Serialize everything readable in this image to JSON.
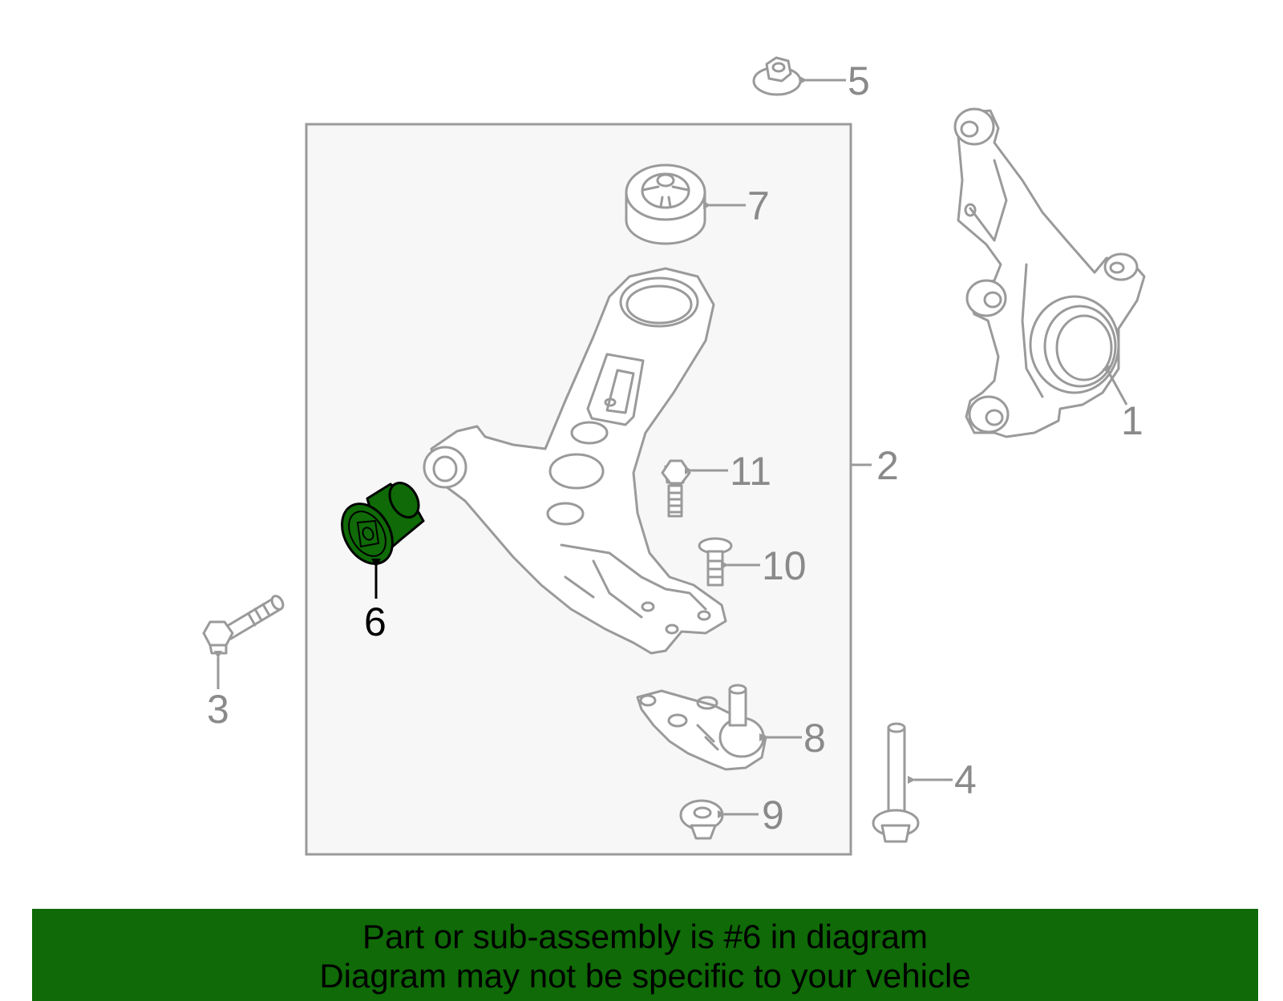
{
  "diagram": {
    "callouts": [
      "1",
      "2",
      "3",
      "4",
      "5",
      "6",
      "7",
      "8",
      "9",
      "10",
      "11"
    ],
    "highlighted_callout": "6",
    "highlight_color": "#0f6a07",
    "line_color": "#9a9a9a",
    "box_fill": "#f7f7f7"
  },
  "banner": {
    "line1": "Part or sub-assembly is #6 in diagram",
    "line2": "Diagram may not be specific to your vehicle",
    "background": "#0f6a07"
  }
}
